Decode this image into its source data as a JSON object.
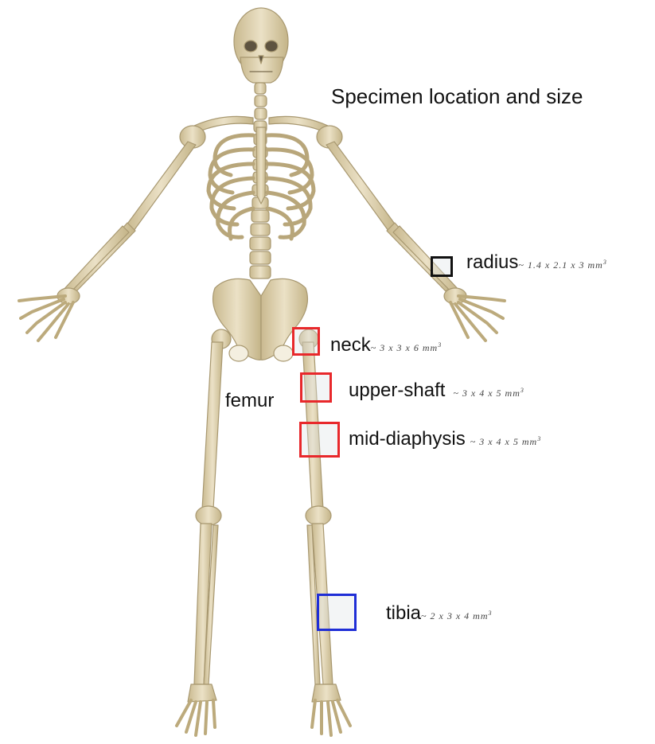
{
  "title": "Specimen location and size",
  "bone_label": "femur",
  "specimens": [
    {
      "name": "radius",
      "size_prefix": "~ 1.4 x 2.1 x 3 mm",
      "color": "#111111"
    },
    {
      "name": "neck",
      "size_prefix": "~ 3 x 3 x 6 mm",
      "color": "#e8282b"
    },
    {
      "name": "upper-shaft",
      "size_prefix": "~ 3 x 4 x 5 mm",
      "color": "#e8282b"
    },
    {
      "name": "mid-diaphysis",
      "size_prefix": "~ 3 x 4 x 5 mm",
      "color": "#e8282b"
    },
    {
      "name": "tibia",
      "size_prefix": "~ 2 x 3 x 4 mm",
      "color": "#1f2ed6"
    }
  ],
  "cube_exponent": "3",
  "colors": {
    "bone": "#e6dcc0",
    "bone_shade": "#c8b88e",
    "bone_outline": "#a89870"
  }
}
